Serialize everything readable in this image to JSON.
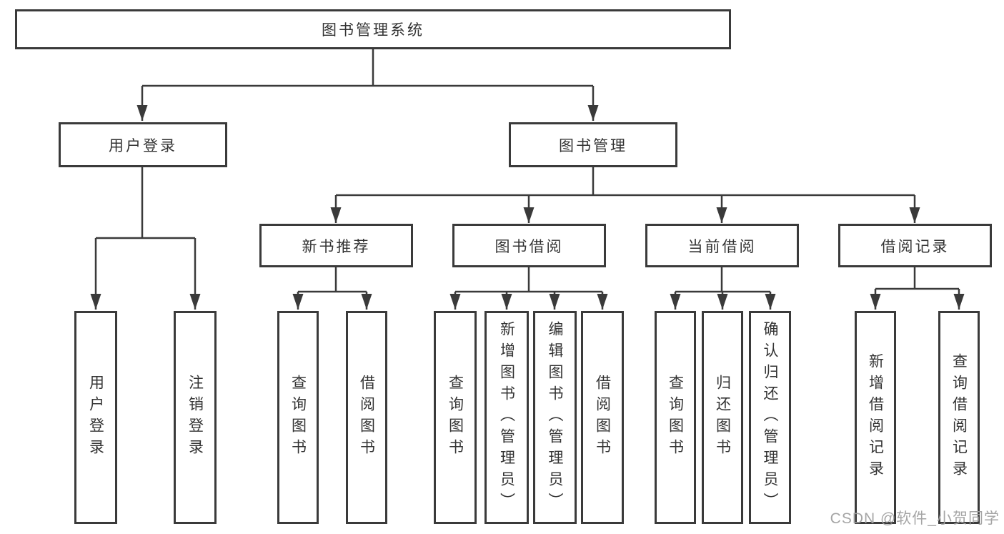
{
  "diagram": {
    "root": {
      "label": "图书管理系统"
    },
    "user_login": {
      "label": "用户登录",
      "children": [
        {
          "label": "用户登录"
        },
        {
          "label": "注销登录"
        }
      ]
    },
    "book_mgmt": {
      "label": "图书管理",
      "children": [
        {
          "label": "新书推荐",
          "children": [
            {
              "label": "查询图书"
            },
            {
              "label": "借阅图书"
            }
          ]
        },
        {
          "label": "图书借阅",
          "children": [
            {
              "label": "查询图书"
            },
            {
              "label": "新增图书（管理员）"
            },
            {
              "label": "编辑图书（管理员）"
            },
            {
              "label": "借阅图书"
            }
          ]
        },
        {
          "label": "当前借阅",
          "children": [
            {
              "label": "查询图书"
            },
            {
              "label": "归还图书"
            },
            {
              "label": "确认归还（管理员）"
            }
          ]
        },
        {
          "label": "借阅记录",
          "children": [
            {
              "label": "新增借阅记录"
            },
            {
              "label": "查询借阅记录"
            }
          ]
        }
      ]
    }
  },
  "watermark": {
    "text": "CSDN @软件_小贺同学"
  },
  "colors": {
    "line": "#3a3a3a",
    "text": "#333333",
    "watermark": "#a0a0a0",
    "background": "#ffffff"
  }
}
